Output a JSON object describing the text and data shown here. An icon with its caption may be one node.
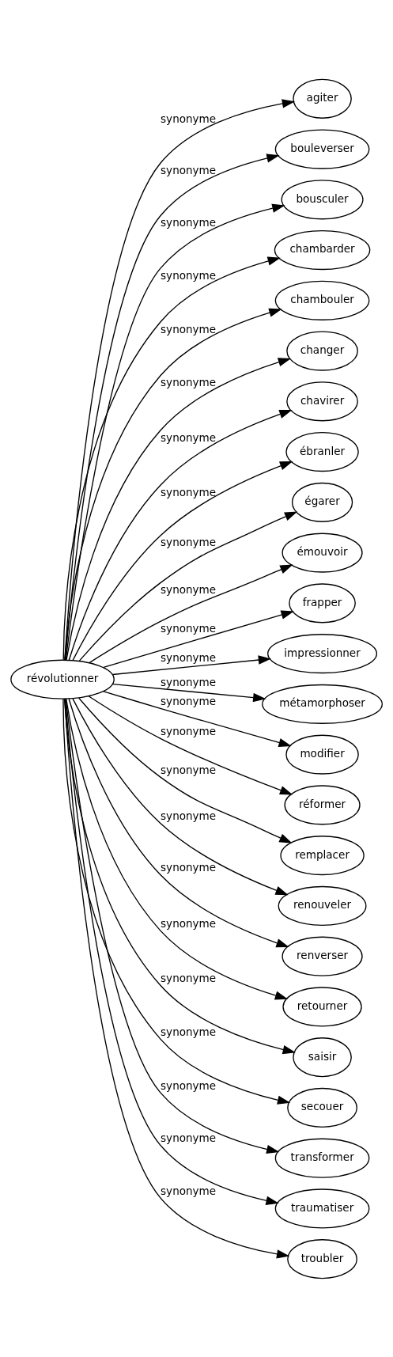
{
  "diagram": {
    "nodes": [
      {
        "text": [
          "révolutionner"
        ]
      },
      {
        "text": [
          "agiter"
        ]
      },
      {
        "text": [
          "bouleverser"
        ]
      },
      {
        "text": [
          "bousculer"
        ]
      },
      {
        "text": [
          "chambarder"
        ]
      },
      {
        "text": [
          "chambouler"
        ]
      },
      {
        "text": [
          "changer"
        ]
      },
      {
        "text": [
          "chavirer"
        ]
      },
      {
        "text": [
          "ébranler"
        ]
      },
      {
        "text": [
          "égarer"
        ]
      },
      {
        "text": [
          "émouvoir"
        ]
      },
      {
        "text": [
          "frapper"
        ]
      },
      {
        "text": [
          "impressionner"
        ]
      },
      {
        "text": [
          "métamorphoser"
        ]
      },
      {
        "text": [
          "modifier"
        ]
      },
      {
        "text": [
          "réformer"
        ]
      },
      {
        "text": [
          "remplacer"
        ]
      },
      {
        "text": [
          "renouveler"
        ]
      },
      {
        "text": [
          "renverser"
        ]
      },
      {
        "text": [
          "retourner"
        ]
      },
      {
        "text": [
          "saisir"
        ]
      },
      {
        "text": [
          "secouer"
        ]
      },
      {
        "text": [
          "transformer"
        ]
      },
      {
        "text": [
          "traumatiser"
        ]
      },
      {
        "text": [
          "troubler"
        ]
      }
    ],
    "edges": [
      {
        "from": 0,
        "to": 1,
        "arrow": "to",
        "label": "synonyme"
      },
      {
        "from": 0,
        "to": 2,
        "arrow": "to",
        "label": "synonyme"
      },
      {
        "from": 0,
        "to": 3,
        "arrow": "to",
        "label": "synonyme"
      },
      {
        "from": 0,
        "to": 4,
        "arrow": "to",
        "label": "synonyme"
      },
      {
        "from": 0,
        "to": 5,
        "arrow": "to",
        "label": "synonyme"
      },
      {
        "from": 0,
        "to": 6,
        "arrow": "to",
        "label": "synonyme"
      },
      {
        "from": 0,
        "to": 7,
        "arrow": "to",
        "label": "synonyme"
      },
      {
        "from": 0,
        "to": 8,
        "arrow": "to",
        "label": "synonyme"
      },
      {
        "from": 0,
        "to": 9,
        "arrow": "to",
        "label": "synonyme"
      },
      {
        "from": 0,
        "to": 10,
        "arrow": "to",
        "label": "synonyme"
      },
      {
        "from": 0,
        "to": 11,
        "arrow": "to",
        "label": "synonyme"
      },
      {
        "from": 0,
        "to": 12,
        "arrow": "to",
        "label": "synonyme"
      },
      {
        "from": 0,
        "to": 13,
        "arrow": "to",
        "label": "synonyme"
      },
      {
        "from": 0,
        "to": 14,
        "arrow": "to",
        "label": "synonyme"
      },
      {
        "from": 0,
        "to": 15,
        "arrow": "to",
        "label": "synonyme"
      },
      {
        "from": 0,
        "to": 16,
        "arrow": "to",
        "label": "synonyme"
      },
      {
        "from": 0,
        "to": 17,
        "arrow": "to",
        "label": "synonyme"
      },
      {
        "from": 0,
        "to": 18,
        "arrow": "to",
        "label": "synonyme"
      },
      {
        "from": 0,
        "to": 19,
        "arrow": "to",
        "label": "synonyme"
      },
      {
        "from": 0,
        "to": 20,
        "arrow": "to",
        "label": "synonyme"
      },
      {
        "from": 0,
        "to": 21,
        "arrow": "to",
        "label": "synonyme"
      },
      {
        "from": 0,
        "to": 22,
        "arrow": "to",
        "label": "synonyme"
      },
      {
        "from": 0,
        "to": 23,
        "arrow": "to",
        "label": "synonyme"
      },
      {
        "from": 0,
        "to": 24,
        "arrow": "to",
        "label": "synonyme"
      }
    ]
  }
}
